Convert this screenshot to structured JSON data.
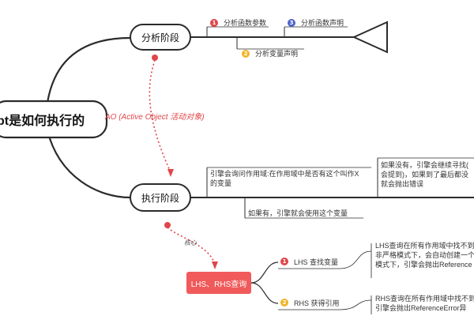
{
  "root": {
    "label": "pt是如何执行的"
  },
  "ao_label": "AO (Active Object 活动对象)",
  "analysis": {
    "label": "分析阶段",
    "items": [
      {
        "num": "1",
        "label": "分析函数参数",
        "color": "#e0464a"
      },
      {
        "num": "3",
        "label": "分析函数声明",
        "color": "#4c64c8"
      },
      {
        "num": "2",
        "label": "分析变量声明",
        "color": "#f0b428"
      }
    ]
  },
  "execution": {
    "label": "执行阶段",
    "scope_note": [
      "引擎会询问作用域:在作用域中是否有这个叫作X",
      "的变量"
    ],
    "not_found_note": [
      "如果没有，引擎会继续寻找(",
      "会提到)，如果到了最后都没",
      "就会抛出错误"
    ],
    "found_note": "如果有，引擎就会使用这个变量"
  },
  "core_label": "核心",
  "lhs_rhs": {
    "label": "LHS、RHS查询",
    "color": "#f05a5a",
    "items": [
      {
        "num": "1",
        "label": "LHS 查找变量",
        "color": "#e0464a",
        "note": [
          "LHS查询在所有作用域中找不到",
          "非严格模式下，会自动创建一个",
          "模式下，引擎会抛出Reference"
        ]
      },
      {
        "num": "2",
        "label": "RHS 获得引用",
        "color": "#f0b428",
        "note": [
          "RHS查询在所有作用域中找不到",
          "引擎会抛出ReferenceError异"
        ]
      }
    ]
  }
}
